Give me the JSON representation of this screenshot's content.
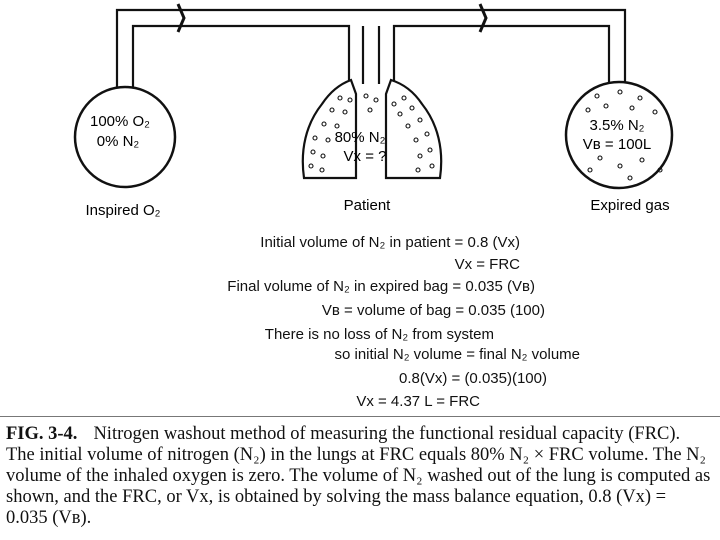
{
  "figure": {
    "inspired": {
      "line1": "100% O₂",
      "line2": "0% N₂",
      "label": "Inspired O₂"
    },
    "patient": {
      "line1": "80% N₂",
      "line2": "Vx = ?",
      "label": "Patient"
    },
    "expired": {
      "line1": "3.5% N₂",
      "line2": "Vʙ = 100L",
      "label": "Expired gas"
    }
  },
  "equations": [
    "Initial volume of N₂ in patient = 0.8 (Vx)",
    "Vx = FRC",
    "Final volume of N₂ in expired bag = 0.035 (Vʙ)",
    "Vʙ = volume of bag = 0.035 (100)",
    "There is no loss of N₂ from system",
    "so initial N₂ volume = final N₂ volume",
    "0.8(Vx) = (0.035)(100)",
    "Vx = 4.37 L = FRC"
  ],
  "caption": {
    "fig": "FIG. 3-4.",
    "text": "Nitrogen washout method of measuring the functional residual capacity (FRC). The initial volume of nitrogen (N₂) in the lungs at FRC equals 80% N₂ × FRC volume. The N₂ volume of the inhaled oxygen is zero. The volume of N₂ washed out of the lung is computed as shown, and the FRC, or Vx, is obtained by solving the mass balance equation, 0.8 (Vx) = 0.035 (Vʙ)."
  }
}
